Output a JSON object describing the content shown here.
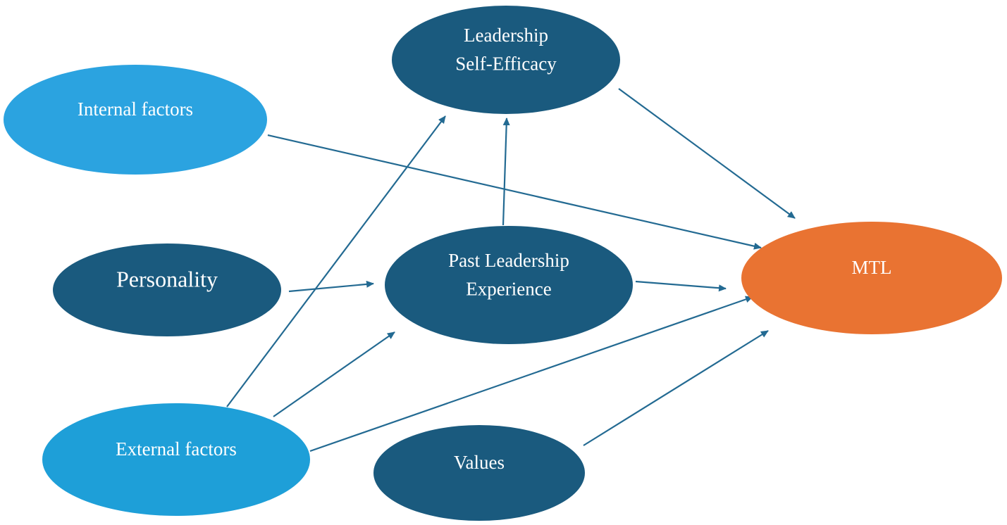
{
  "nodes": {
    "leadership_self_efficacy": {
      "lines": [
        "Leadership",
        "Self-Efficacy"
      ],
      "color": "#1a5a7e"
    },
    "internal_factors": {
      "lines": [
        "Internal factors"
      ],
      "color": "#2ba3e0"
    },
    "personality": {
      "lines": [
        "Personality"
      ],
      "color": "#1a5a7e"
    },
    "past_leadership_experience": {
      "lines": [
        "Past Leadership",
        "Experience"
      ],
      "color": "#1a5a7e"
    },
    "mtl": {
      "lines": [
        "MTL"
      ],
      "color": "#e97332"
    },
    "external_factors": {
      "lines": [
        "External factors"
      ],
      "color": "#1e9fd8"
    },
    "values": {
      "lines": [
        "Values"
      ],
      "color": "#1a5a7e"
    }
  },
  "edges": [
    {
      "from": "internal_factors",
      "to": "mtl"
    },
    {
      "from": "personality",
      "to": "past_leadership_experience"
    },
    {
      "from": "past_leadership_experience",
      "to": "leadership_self_efficacy"
    },
    {
      "from": "past_leadership_experience",
      "to": "mtl"
    },
    {
      "from": "leadership_self_efficacy",
      "to": "mtl"
    },
    {
      "from": "external_factors",
      "to": "leadership_self_efficacy"
    },
    {
      "from": "external_factors",
      "to": "past_leadership_experience"
    },
    {
      "from": "external_factors",
      "to": "mtl"
    },
    {
      "from": "values",
      "to": "mtl"
    }
  ],
  "edge_color": "#236a92"
}
